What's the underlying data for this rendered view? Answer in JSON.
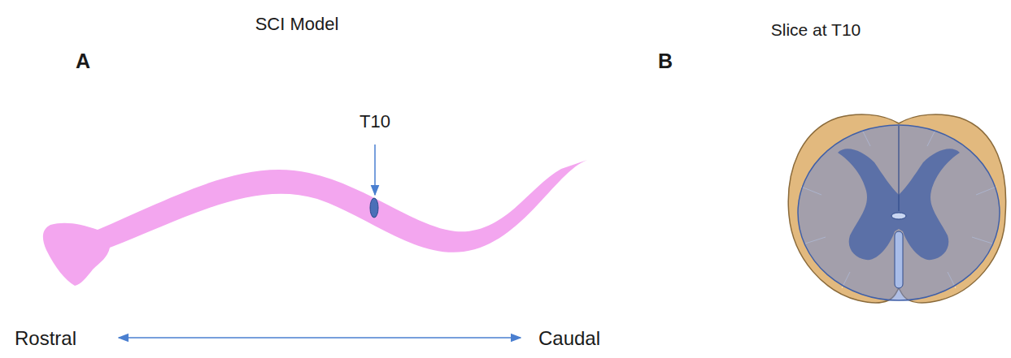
{
  "diagram": {
    "title": "SCI Model",
    "labels": [
      "A",
      "T10",
      "Rostral",
      "Caudal",
      "B",
      "Slice at T10"
    ]
  }
}
